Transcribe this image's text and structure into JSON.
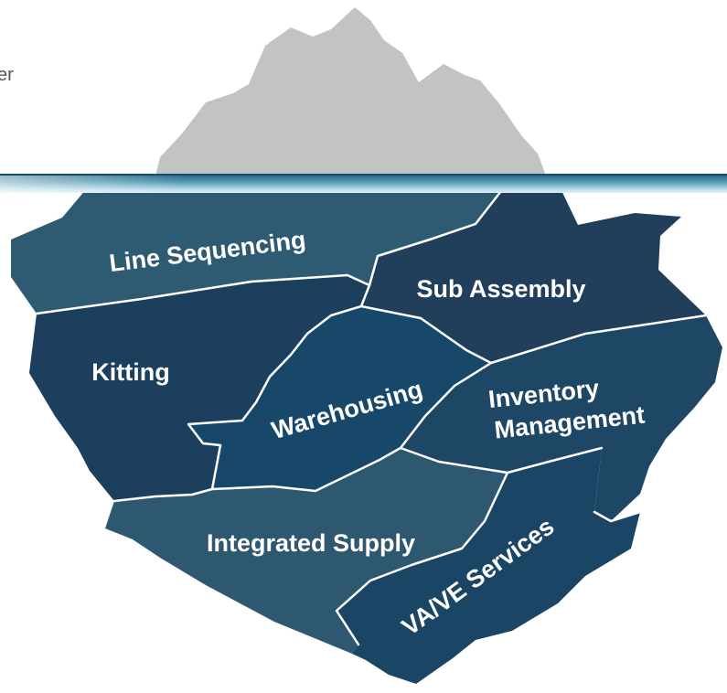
{
  "fragment_text": "er",
  "segments": [
    {
      "id": "line-sequencing",
      "label": "Line Sequencing",
      "color": "#2e5a72"
    },
    {
      "id": "sub-assembly",
      "label": "Sub Assembly",
      "color": "#213f5b"
    },
    {
      "id": "kitting",
      "label": "Kitting",
      "color": "#1b3f5c"
    },
    {
      "id": "warehousing",
      "label": "Warehousing",
      "color": "#17486a"
    },
    {
      "id": "inventory-management",
      "label_lines": [
        "Inventory",
        "Management"
      ],
      "color": "#1e4766"
    },
    {
      "id": "integrated-supply",
      "label": "Integrated Supply",
      "color": "#2d5870"
    },
    {
      "id": "vave-services",
      "label": "VA/VE Services",
      "color": "#1a4564"
    }
  ],
  "colors": {
    "iceberg_tip": "#c3c3c3",
    "water_dark": "#2a6f8c",
    "water_light": "#b9dbe7",
    "divider": "#ffffff"
  }
}
